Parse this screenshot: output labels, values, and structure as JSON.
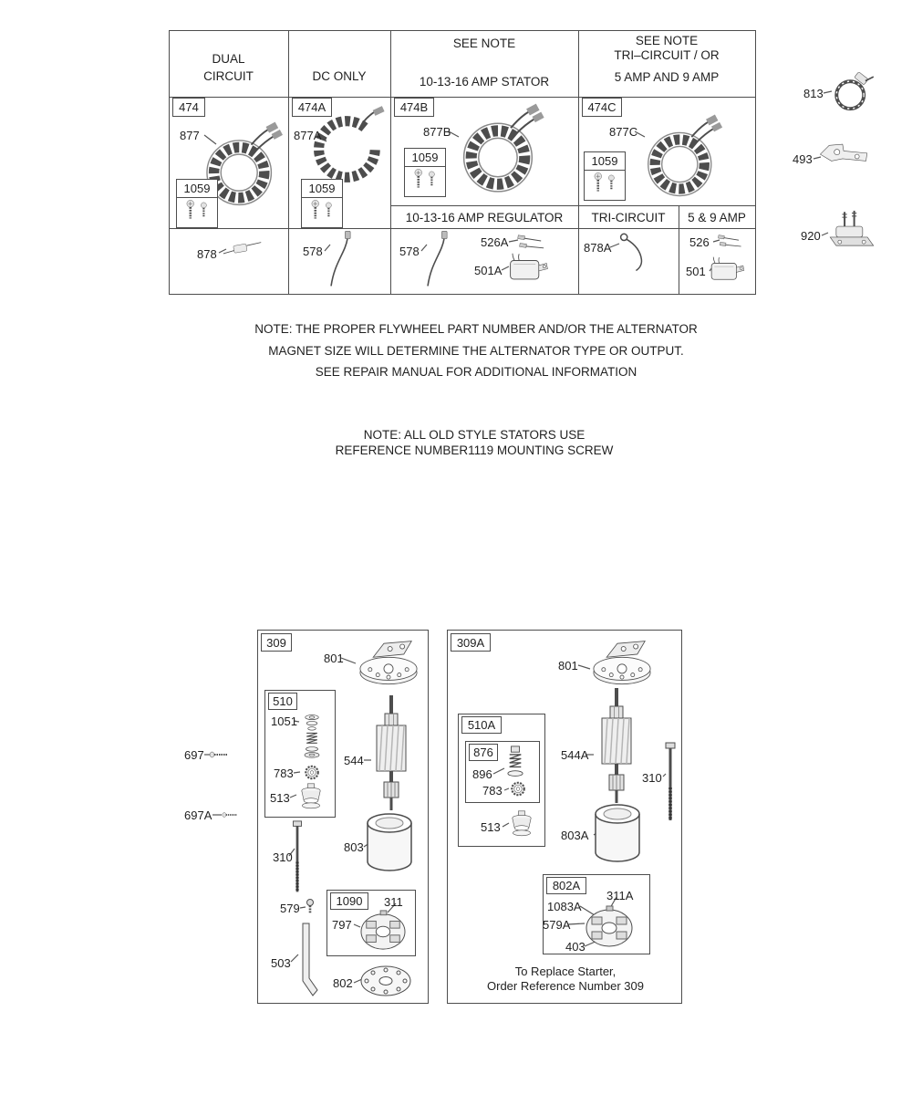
{
  "alternator_table": {
    "col_dual": {
      "header_line1": "DUAL",
      "header_line2": "CIRCUIT",
      "ref_box": "474",
      "stator_label": "877",
      "screw_box_label": "1059",
      "bottom_label": "878"
    },
    "col_dc": {
      "header": "DC ONLY",
      "ref_box": "474A",
      "stator_label": "877A",
      "screw_box_label": "1059",
      "bottom_label": "578"
    },
    "col_stator": {
      "header_note": "SEE NOTE",
      "header_title": "10-13-16 AMP STATOR",
      "ref_box": "474B",
      "stator_label": "877B",
      "screw_box_label": "1059",
      "regulator_header": "10-13-16 AMP REGULATOR",
      "wire_label": "578",
      "connector_label": "526A",
      "regulator_label": "501A"
    },
    "col_tri": {
      "header_note": "SEE NOTE",
      "header_line2": "TRI–CIRCUIT / OR",
      "header_line3": "5 AMP AND 9 AMP",
      "ref_box": "474C",
      "stator_label": "877C",
      "screw_box_label": "1059",
      "tri_header": "TRI-CIRCUIT",
      "tri_wire_label": "878A",
      "amp_header": "5 & 9 AMP",
      "amp_connector_label": "526",
      "amp_regulator_label": "501"
    }
  },
  "side_parts": {
    "clamp_label": "813",
    "bracket_label": "493",
    "solenoid_label": "920"
  },
  "notes": {
    "flywheel_line1": "NOTE: THE PROPER FLYWHEEL PART NUMBER AND/OR THE ALTERNATOR",
    "flywheel_line2": "MAGNET SIZE WILL DETERMINE THE ALTERNATOR TYPE OR OUTPUT.",
    "flywheel_line3": "SEE REPAIR MANUAL FOR ADDITIONAL INFORMATION",
    "old_stator_line1": "NOTE: ALL OLD STYLE STATORS USE",
    "old_stator_line2": "REFERENCE NUMBER1119 MOUNTING SCREW"
  },
  "starter_309": {
    "ref_box": "309",
    "bracket_label": "801",
    "drive_box_ref": "510",
    "washers_label": "1051",
    "gear_label": "783",
    "drive_label": "513",
    "armature_label": "544",
    "housing_label": "803",
    "bolt_label": "310",
    "screw_label": "579",
    "brace_label": "503",
    "endhead_box_ref": "1090",
    "brush_label": "311",
    "endcap_label": "797",
    "cap_label": "802",
    "thru_screw_label": "697",
    "thru_screw2_label": "697A"
  },
  "starter_309a": {
    "ref_box": "309A",
    "bracket_label": "801",
    "drive_box_ref": "510A",
    "spring_box_ref": "876",
    "spring_label": "896",
    "gear_label": "783",
    "drive_label": "513",
    "armature_label": "544A",
    "bolt_label": "310",
    "housing_label": "803A",
    "endhead_box_ref": "802A",
    "brush_label": "311A",
    "plate_label": "1083A",
    "screw_label": "579A",
    "nut_label": "403",
    "footer_line1": "To Replace Starter,",
    "footer_line2": "Order Reference Number 309"
  }
}
